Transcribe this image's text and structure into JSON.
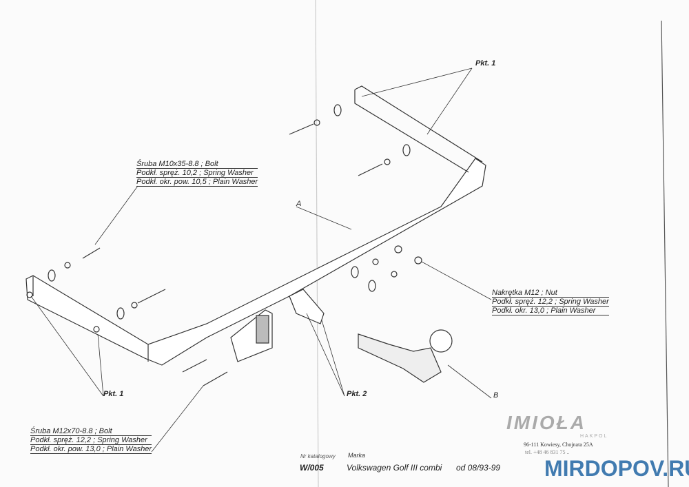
{
  "callouts": {
    "bolt_m10": [
      "Śruba M10x35-8.8 ; Bolt",
      "Podkł. spręż. 10,2 ; Spring Washer",
      "Podkł. okr. pow. 10,5 ; Plain Washer"
    ],
    "nut_m12": [
      "Nakrętka M12 ; Nut",
      "Podkł. spręż. 12,2 ; Spring Washer",
      "Podkł. okr. 13,0 ; Plain Washer"
    ],
    "bolt_m12": [
      "Śruba M12x70-8.8 ; Bolt",
      "Podkł. spręż. 12,2 ; Spring Washer",
      "Podkł. okr. pow. 13,0 ; Plain Washer"
    ],
    "pkt1": "Pkt. 1",
    "pkt2": "Pkt. 2",
    "part_a": "A",
    "part_b": "B"
  },
  "footer": {
    "catalog_label": "Nr katalogowy",
    "catalog_no": "W/005",
    "make_label": "Marka",
    "make": "Volkswagen Golf III combi",
    "years": "od 08/93-99",
    "address": "96-111 Kowiesy, Chojnata 25A",
    "phone": "tel. +48 46 831 75 ..",
    "logo": "IMIOŁA",
    "logo_sub": "HAKPOL"
  },
  "watermark": "MIRDOPOV.RU"
}
